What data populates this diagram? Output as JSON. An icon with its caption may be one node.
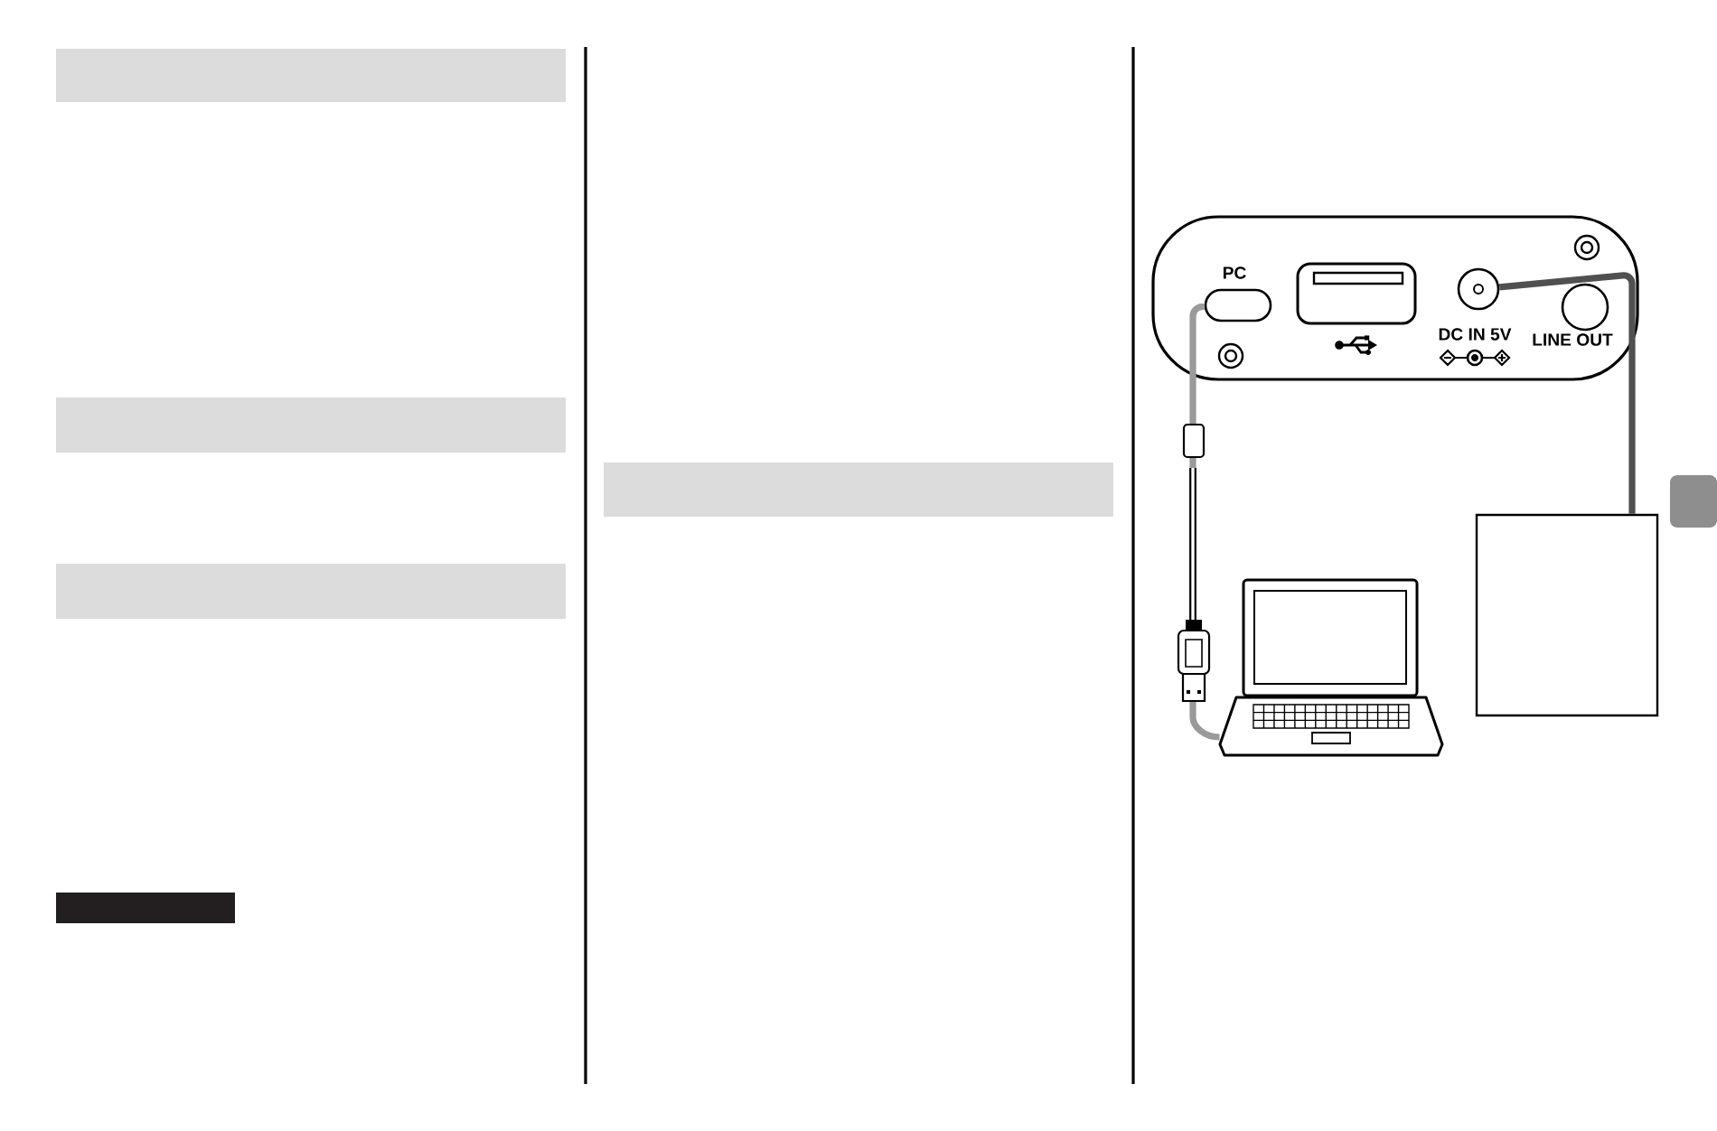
{
  "diagram": {
    "nodes": [
      {
        "text": [],
        "shape": "bar"
      },
      {
        "text": [],
        "shape": "bar"
      },
      {
        "text": [],
        "shape": "bar"
      },
      {
        "text": [],
        "shape": "bar"
      },
      {
        "text": [],
        "shape": "bar"
      },
      {
        "text": [],
        "shape": "picture"
      },
      {
        "text": [
          "PC"
        ],
        "in": 5
      },
      {
        "text": [],
        "shape": "box",
        "in": 5
      },
      {
        "text": [
          "DC IN 5V"
        ],
        "in": 5
      },
      {
        "text": [
          "LINE OUT"
        ],
        "in": 5
      },
      {
        "text": [],
        "shape": "picture"
      },
      {
        "text": [],
        "shape": "box"
      }
    ],
    "edges": [
      {
        "from": 6,
        "to": 10,
        "arrow": "none",
        "color": "#9a9a9a"
      },
      {
        "from": 8,
        "to": 11,
        "arrow": "none",
        "color": "#505050"
      }
    ]
  }
}
